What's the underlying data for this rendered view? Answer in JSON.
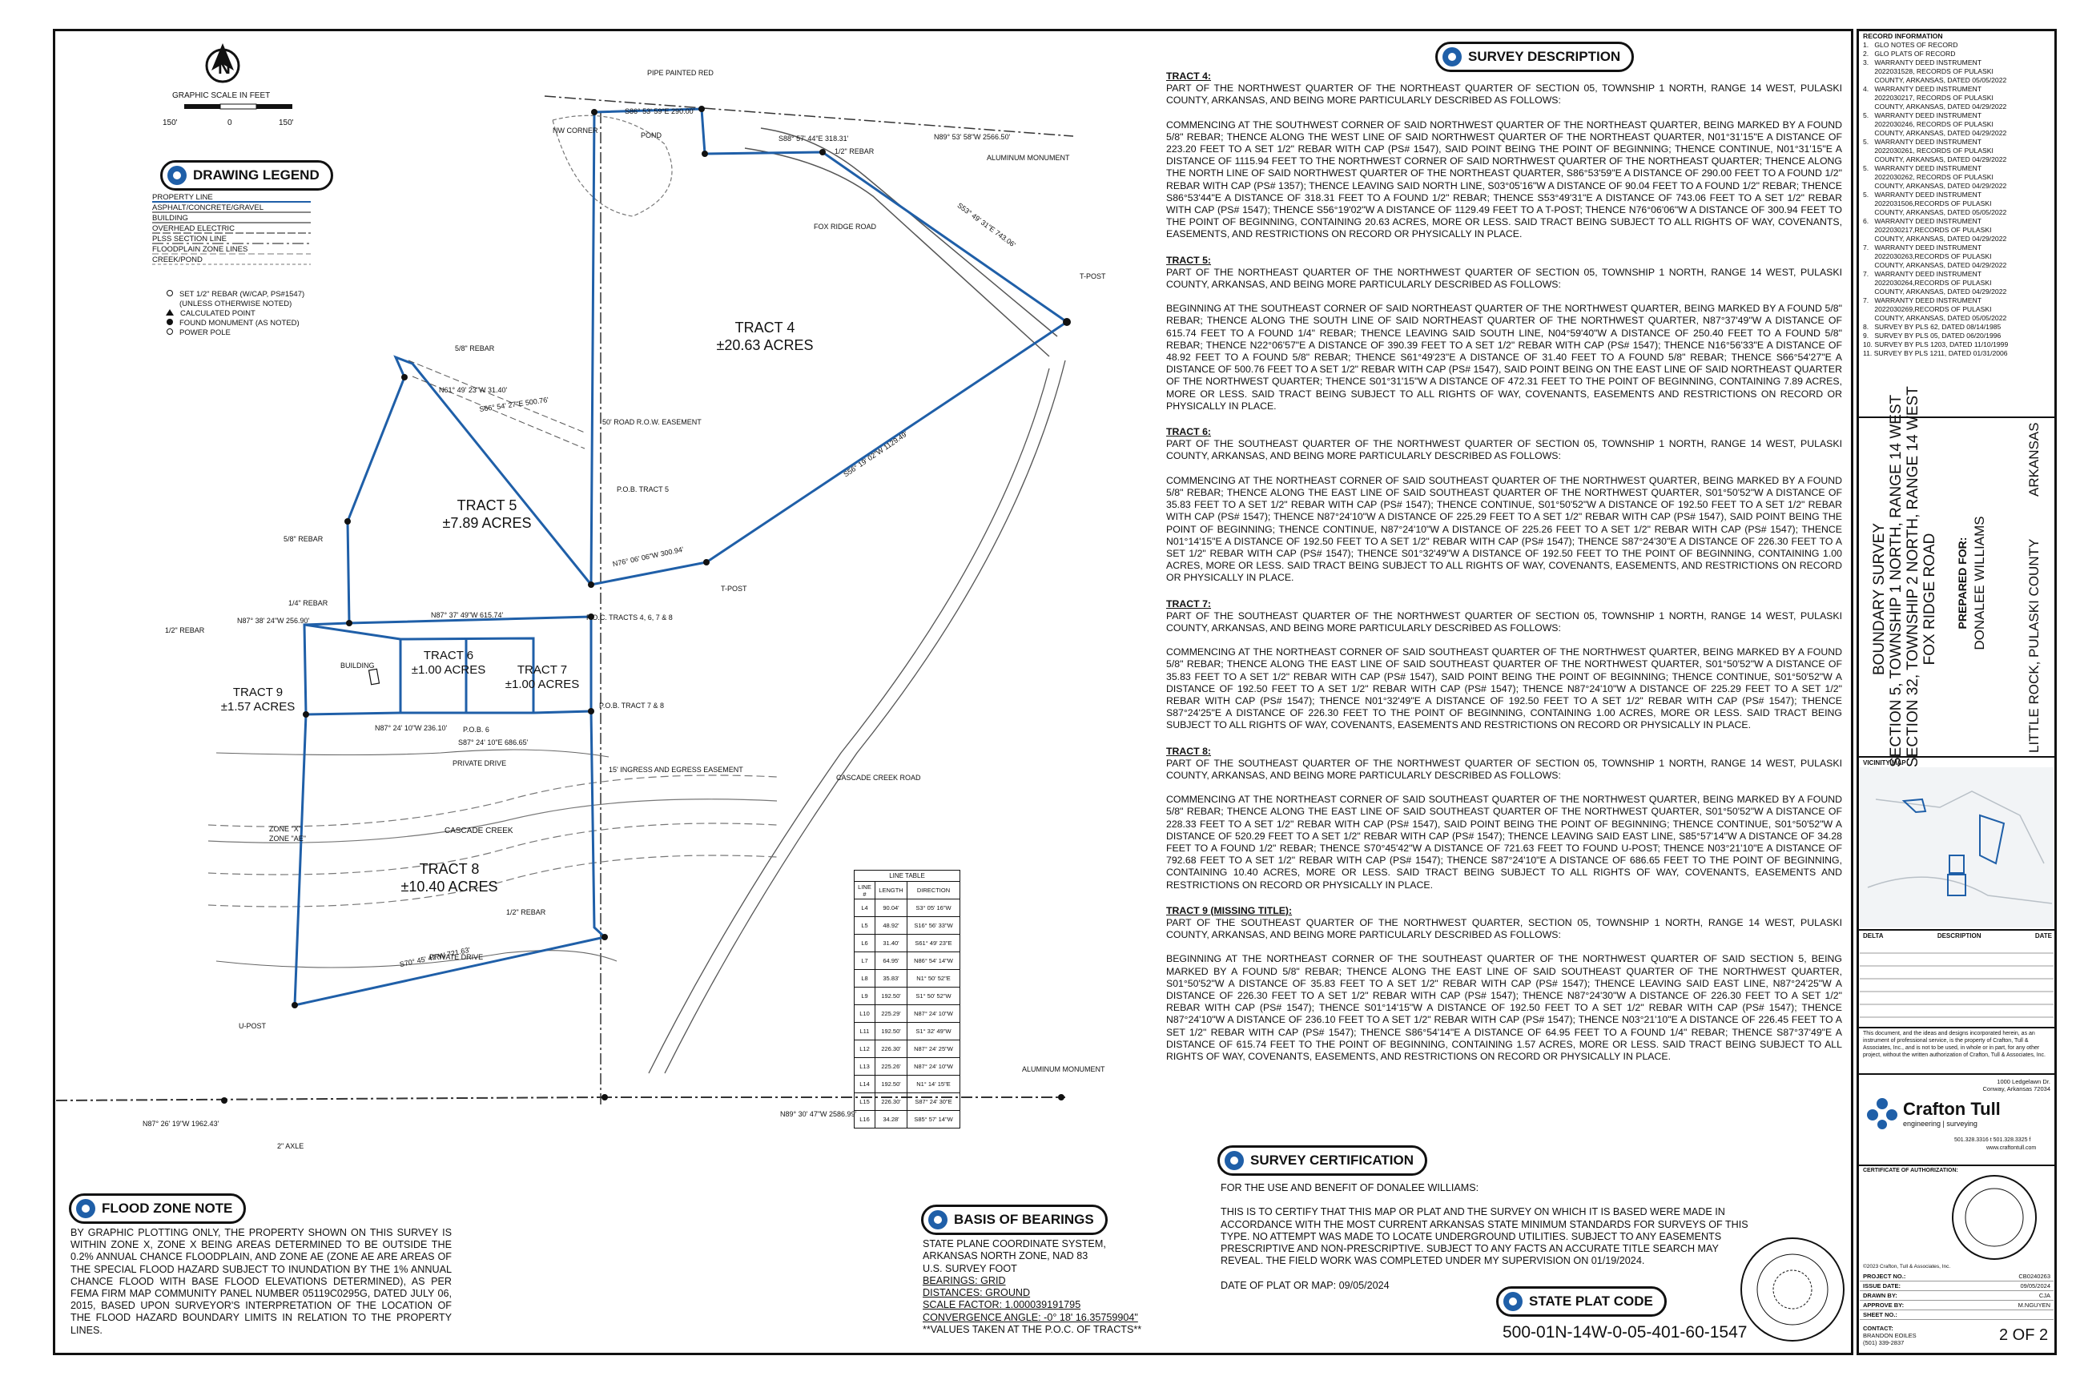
{
  "survey_description": {
    "badge": "SURVEY DESCRIPTION",
    "tracts": [
      {
        "heading": "TRACT 4:",
        "intro": "PART OF THE NORTHWEST QUARTER OF THE NORTHEAST QUARTER OF SECTION 05, TOWNSHIP 1 NORTH, RANGE 14 WEST, PULASKI COUNTY, ARKANSAS, AND BEING MORE PARTICULARLY DESCRIBED AS FOLLOWS:",
        "body": "COMMENCING AT THE SOUTHWEST CORNER OF SAID NORTHWEST QUARTER OF THE NORTHEAST QUARTER, BEING MARKED BY A FOUND 5/8\" REBAR; THENCE ALONG THE WEST LINE OF SAID NORTHWEST QUARTER OF THE NORTHEAST QUARTER, N01°31'15\"E A DISTANCE OF 223.20 FEET TO A SET 1/2\" REBAR WITH CAP (PS# 1547), SAID POINT BEING THE POINT OF BEGINNING; THENCE CONTINUE, N01°31'15\"E A DISTANCE OF 1115.94 FEET TO THE NORTHWEST CORNER OF SAID NORTHWEST QUARTER OF THE NORTHEAST QUARTER; THENCE ALONG THE NORTH LINE OF SAID NORTHWEST QUARTER OF THE NORTHEAST QUARTER, S86°53'59\"E A DISTANCE OF 290.00 FEET TO A FOUND 1/2\" REBAR WITH CAP (PS# 1357); THENCE LEAVING SAID NORTH LINE, S03°05'16\"W A DISTANCE OF 90.04 FEET TO A FOUND 1/2\" REBAR; THENCE S86°53'44\"E A DISTANCE OF 318.31 FEET TO A FOUND 1/2\" REBAR; THENCE S53°49'31\"E A DISTANCE OF 743.06 FEET TO A SET 1/2\" REBAR WITH CAP (PS# 1547); THENCE S56°19'02\"W A DISTANCE OF 1129.49 FEET TO A T-POST; THENCE N76°06'06\"W A DISTANCE OF 300.94 FEET TO THE POINT OF BEGINNING, CONTAINING 20.63 ACRES, MORE OR LESS. SAID TRACT BEING SUBJECT TO ALL RIGHTS OF WAY, COVENANTS, EASEMENTS, AND RESTRICTIONS ON RECORD OR PHYSICALLY IN PLACE."
      },
      {
        "heading": "TRACT 5:",
        "intro": "PART OF THE NORTHEAST QUARTER OF THE NORTHWEST QUARTER OF SECTION 05, TOWNSHIP 1 NORTH, RANGE 14 WEST, PULASKI COUNTY, ARKANSAS, AND BEING MORE PARTICULARLY DESCRIBED AS FOLLOWS:",
        "body": "BEGINNING AT THE SOUTHEAST CORNER OF SAID NORTHEAST QUARTER OF THE NORTHWEST QUARTER, BEING MARKED BY A FOUND 5/8\" REBAR; THENCE ALONG THE SOUTH LINE OF SAID NORTHEAST QUARTER OF THE NORTHWEST QUARTER, N87°37'49\"W A DISTANCE OF 615.74 FEET TO A FOUND 1/4\" REBAR; THENCE LEAVING SAID SOUTH LINE, N04°59'40\"W A DISTANCE OF 250.40 FEET TO A FOUND 5/8\" REBAR; THENCE N22°06'57\"E A DISTANCE OF 390.39 FEET TO A SET 1/2\" REBAR WITH CAP (PS# 1547); THENCE N16°56'33\"E A DISTANCE OF 48.92 FEET TO A FOUND 5/8\" REBAR; THENCE S61°49'23\"E A DISTANCE OF 31.40 FEET TO A FOUND 5/8\" REBAR; THENCE S66°54'27\"E A DISTANCE OF 500.76 FEET TO A SET 1/2\" REBAR WITH CAP (PS# 1547), SAID POINT BEING ON THE EAST LINE OF SAID NORTHEAST QUARTER OF THE NORTHWEST QUARTER; THENCE S01°31'15\"W A DISTANCE OF 472.31 FEET TO THE POINT OF BEGINNING, CONTAINING 7.89 ACRES, MORE OR LESS. SAID TRACT BEING SUBJECT TO ALL RIGHTS OF WAY, COVENANTS, EASEMENTS AND RESTRICTIONS ON RECORD OR PHYSICALLY IN PLACE."
      },
      {
        "heading": "TRACT 6:",
        "intro": "PART OF THE SOUTHEAST QUARTER OF THE NORTHWEST QUARTER OF SECTION 05, TOWNSHIP 1 NORTH, RANGE 14 WEST, PULASKI COUNTY, ARKANSAS, AND BEING MORE PARTICULARLY DESCRIBED AS FOLLOWS:",
        "body": "COMMENCING AT THE NORTHEAST CORNER OF SAID SOUTHEAST QUARTER OF THE NORTHWEST QUARTER, BEING MARKED BY A FOUND 5/8\" REBAR; THENCE ALONG THE EAST LINE OF SAID SOUTHEAST QUARTER OF THE NORTHWEST QUARTER, S01°50'52\"W A DISTANCE OF 35.83 FEET TO A SET 1/2\" REBAR WITH CAP (PS# 1547); THENCE CONTINUE, S01°50'52\"W A DISTANCE OF 192.50 FEET TO A SET 1/2\" REBAR WITH CAP (PS# 1547); THENCE N87°24'10\"W A DISTANCE OF 225.29 FEET TO A SET 1/2\" REBAR WITH CAP (PS# 1547), SAID POINT BEING THE POINT OF BEGINNING; THENCE CONTINUE, N87°24'10\"W A DISTANCE OF 225.26 FEET TO A SET 1/2\" REBAR WITH CAP (PS# 1547); THENCE N01°14'15\"E A DISTANCE OF 192.50 FEET TO A SET 1/2\" REBAR WITH CAP (PS# 1547); THENCE S87°24'30\"E A DISTANCE OF 226.30 FEET TO A SET 1/2\" REBAR WITH CAP (PS# 1547); THENCE S01°32'49\"W A DISTANCE OF 192.50 FEET TO THE POINT OF BEGINNING, CONTAINING 1.00 ACRES, MORE OR LESS. SAID TRACT BEING SUBJECT TO ALL RIGHTS OF WAY, COVENANTS, EASEMENTS, AND RESTRICTIONS ON RECORD OR PHYSICALLY IN PLACE."
      },
      {
        "heading": "TRACT 7:",
        "intro": "PART OF THE SOUTHEAST QUARTER OF THE NORTHWEST QUARTER OF SECTION 05, TOWNSHIP 1 NORTH, RANGE 14 WEST, PULASKI COUNTY, ARKANSAS, AND BEING MORE PARTICULARLY DESCRIBED AS FOLLOWS:",
        "body": "COMMENCING AT THE NORTHEAST CORNER OF SAID SOUTHEAST QUARTER OF THE NORTHWEST QUARTER, BEING MARKED BY A FOUND 5/8\" REBAR; THENCE ALONG THE EAST LINE OF SAID SOUTHEAST QUARTER OF THE NORTHWEST QUARTER, S01°50'52\"W A DISTANCE OF 35.83 FEET TO A SET 1/2\" REBAR WITH CAP (PS# 1547), SAID POINT BEING THE POINT OF BEGINNING; THENCE CONTINUE, S01°50'52\"W A DISTANCE OF 192.50 FEET TO A SET 1/2\" REBAR WITH CAP (PS# 1547); THENCE N87°24'10\"W A DISTANCE OF 225.29 FEET TO A SET 1/2\" REBAR WITH CAP (PS# 1547); THENCE N01°32'49\"E A DISTANCE OF 192.50 FEET TO A SET 1/2\" REBAR WITH CAP (PS# 1547); THENCE S87°24'25\"E A DISTANCE OF 226.30 FEET TO THE POINT OF BEGINNING, CONTAINING 1.00 ACRES, MORE OR LESS. SAID TRACT BEING SUBJECT TO ALL RIGHTS OF WAY, COVENANTS, EASEMENTS AND RESTRICTIONS ON RECORD OR PHYSICALLY IN PLACE."
      },
      {
        "heading": "TRACT 8:",
        "intro": "PART OF THE SOUTHEAST QUARTER OF THE NORTHWEST QUARTER OF SECTION 05, TOWNSHIP 1 NORTH, RANGE 14 WEST, PULASKI COUNTY, ARKANSAS, AND BEING MORE PARTICULARLY DESCRIBED AS FOLLOWS:",
        "body": "COMMENCING AT THE NORTHEAST CORNER OF SAID SOUTHEAST QUARTER OF THE NORTHWEST QUARTER, BEING MARKED BY A FOUND 5/8\" REBAR; THENCE ALONG THE EAST LINE OF SAID SOUTHEAST QUARTER OF THE NORTHWEST QUARTER, S01°50'52\"W A DISTANCE OF 228.33 FEET TO A SET 1/2\" REBAR WITH CAP (PS# 1547), SAID POINT BEING THE POINT OF BEGINNING; THENCE CONTINUE, S01°50'52\"W A DISTANCE OF 520.29 FEET TO A SET 1/2\" REBAR WITH CAP (PS# 1547); THENCE LEAVING SAID EAST LINE, S85°57'14\"W A DISTANCE OF 34.28 FEET TO A FOUND 1/2\" REBAR; THENCE S70°45'42\"W A DISTANCE OF 721.63 FEET TO FOUND U-POST; THENCE N03°21'10\"E A DISTANCE OF 792.68 FEET TO A SET 1/2\" REBAR WITH CAP (PS# 1547); THENCE S87°24'10\"E A DISTANCE OF 686.65 FEET TO THE POINT OF BEGINNING, CONTAINING 10.40 ACRES, MORE OR LESS. SAID TRACT BEING SUBJECT TO ALL RIGHTS OF WAY, COVENANTS, EASEMENTS AND RESTRICTIONS ON RECORD OR PHYSICALLY IN PLACE."
      },
      {
        "heading": "TRACT 9 (MISSING TITLE):",
        "intro": "PART OF THE SOUTHEAST QUARTER OF THE NORTHWEST QUARTER, SECTION 05, TOWNSHIP 1 NORTH, RANGE 14 WEST, PULASKI COUNTY, ARKANSAS, AND BEING MORE PARTICULARLY DESCRIBED AS FOLLOWS:",
        "body": "BEGINNING AT THE NORTHEAST CORNER OF THE SOUTHEAST QUARTER OF THE NORTHWEST QUARTER OF SAID SECTION 5, BEING MARKED BY A FOUND 5/8\" REBAR; THENCE ALONG THE EAST LINE OF SAID SOUTHEAST QUARTER OF THE NORTHWEST QUARTER, S01°50'52\"W A DISTANCE OF 35.83 FEET TO A SET 1/2\" REBAR WITH CAP (PS# 1547); THENCE LEAVING SAID EAST LINE, N87°24'25\"W A DISTANCE OF 226.30 FEET TO A SET 1/2\" REBAR WITH CAP (PS# 1547); THENCE N87°24'30\"W A DISTANCE OF 226.30 FEET TO A SET 1/2\" REBAR WITH CAP (PS# 1547); THENCE S01°14'15\"W A DISTANCE OF 192.50 FEET TO A SET 1/2\" REBAR WITH CAP (PS# 1547); THENCE N87°24'10\"W A DISTANCE OF 236.10 FEET TO A SET 1/2\" REBAR WITH CAP (PS# 1547); THENCE N03°21'10\"E A DISTANCE OF 226.45 FEET TO A SET 1/2\" REBAR WITH CAP (PS# 1547); THENCE S86°54'14\"E A DISTANCE OF 64.95 FEET TO A FOUND 1/4\" REBAR; THENCE S87°37'49\"E A DISTANCE OF 615.74 FEET TO THE POINT OF BEGINNING, CONTAINING 1.57 ACRES, MORE OR LESS. SAID TRACT BEING SUBJECT TO ALL RIGHTS OF WAY, COVENANTS, EASEMENTS, AND RESTRICTIONS ON RECORD OR PHYSICALLY IN PLACE."
      }
    ]
  },
  "certification": {
    "badge": "SURVEY CERTIFICATION",
    "for_line": "FOR THE USE AND BENEFIT OF DONALEE WILLIAMS:",
    "body": "THIS IS TO CERTIFY THAT THIS MAP OR PLAT AND THE SURVEY ON WHICH IT IS BASED WERE MADE IN ACCORDANCE WITH THE MOST CURRENT ARKANSAS STATE MINIMUM STANDARDS FOR SURVEYS OF THIS TYPE. NO ATTEMPT WAS MADE TO LOCATE UNDERGROUND UTILITIES. SUBJECT TO ANY EASEMENTS PRESCRIPTIVE AND NON-PRESCRIPTIVE. SUBJECT TO ANY FACTS AN ACCURATE TITLE SEARCH MAY REVEAL. THE FIELD WORK WAS COMPLETED UNDER MY SUPERVISION ON 01/19/2024.",
    "date": "DATE OF PLAT OR MAP: 09/05/2024"
  },
  "state_plat": {
    "badge": "STATE PLAT CODE",
    "code": "500-01N-14W-0-05-401-60-1547"
  },
  "basis": {
    "badge": "BASIS OF BEARINGS",
    "lines": [
      "STATE PLANE COORDINATE SYSTEM,",
      "ARKANSAS NORTH ZONE, NAD 83",
      "U.S. SURVEY FOOT"
    ],
    "bearings": "BEARINGS: GRID",
    "distances": "DISTANCES: GROUND",
    "scale": "SCALE FACTOR: 1.000039191795",
    "convergence": "CONVERGENCE ANGLE: -0° 18' 16.35759904\"",
    "note": "**VALUES TAKEN AT THE P.O.C. OF TRACTS**"
  },
  "flood": {
    "badge": "FLOOD ZONE NOTE",
    "body": "BY GRAPHIC PLOTTING ONLY, THE PROPERTY SHOWN ON THIS SURVEY IS WITHIN ZONE X, ZONE X BEING AREAS DETERMINED TO BE OUTSIDE THE 0.2% ANNUAL CHANCE FLOODPLAIN, AND ZONE AE (ZONE AE ARE AREAS OF THE SPECIAL FLOOD HAZARD SUBJECT TO INUNDATION BY THE 1% ANNUAL CHANCE FLOOD WITH BASE FLOOD ELEVATIONS DETERMINED), AS PER FEMA FIRM MAP COMMUNITY PANEL NUMBER 05119C0295G, DATED JULY 06, 2015, BASED UPON SURVEYOR'S INTERPRETATION OF THE LOCATION OF THE FLOOD HAZARD BOUNDARY LIMITS IN RELATION TO THE PROPERTY LINES."
  },
  "legend": {
    "badge": "DRAWING LEGEND",
    "rows": [
      "PROPERTY LINE",
      "ASPHALT/CONCRETE/GRAVEL",
      "BUILDING",
      "OVERHEAD ELECTRIC",
      "PLSS SECTION LINE",
      "FLOODPLAIN ZONE LINES",
      "CREEK/POND"
    ],
    "symbols": [
      "SET 1/2\" REBAR (W/CAP, PS#1547)",
      "(UNLESS OTHERWISE NOTED)",
      "CALCULATED POINT",
      "FOUND MONUMENT (AS NOTED)",
      "POWER POLE"
    ]
  },
  "scale": {
    "title": "GRAPHIC SCALE IN FEET",
    "left": "150'",
    "mid": "0",
    "right": "150'"
  },
  "north": "N",
  "tracts_map": [
    {
      "name": "TRACT 4",
      "area": "±20.63 ACRES"
    },
    {
      "name": "TRACT 5",
      "area": "±7.89 ACRES"
    },
    {
      "name": "TRACT 6",
      "area": "±1.00 ACRES"
    },
    {
      "name": "TRACT 7",
      "area": "±1.00 ACRES"
    },
    {
      "name": "TRACT 9",
      "area": "±1.57 ACRES"
    },
    {
      "name": "TRACT 8",
      "area": "±10.40 ACRES"
    }
  ],
  "map_labels": {
    "fox_ridge": "FOX RIDGE ROAD",
    "cascade_creek": "CASCADE CREEK",
    "cascade_creek_road": "CASCADE CREEK ROAD",
    "private_drive": "PRIVATE DRIVE",
    "pond": "POND",
    "building": "BUILDING",
    "tpost": "T-POST",
    "upost": "U-POST",
    "ingress": "15' INGRESS AND EGRESS EASEMENT",
    "row": "50' ROAD R.O.W. EASEMENT",
    "pipe": "PIPE PAINTED RED",
    "rebar58": "5/8\" REBAR",
    "rebar14": "1/4\" REBAR",
    "rebar12": "1/2\" REBAR",
    "axle": "2\" AXLE",
    "pob5": "P.O.B. TRACT 5",
    "pob78": "P.O.B. TRACT 7 & 8",
    "pob6": "P.O.B. 6",
    "poc": "P.O.C. TRACTS 4, 6, 7 & 8",
    "nw_corner": "NW CORNER",
    "alum": "ALUMINUM MONUMENT",
    "zone_x": "ZONE \"X\"",
    "zone_ae": "ZONE \"AE\""
  },
  "map_bearings": {
    "b1": "S86° 53' 59\"E 290.00'",
    "b2": "N89° 53' 58\"W 2566.50'",
    "b3": "S53° 49' 31\"E 743.06'",
    "b4": "S56° 19' 02\"W 1129.49'",
    "b5": "N76° 06' 06\"W 300.94'",
    "b6": "N87° 37' 49\"W 615.74'",
    "b7": "N87° 24' 10\"W 236.10'",
    "b8": "S87° 24' 10\"E 686.65'",
    "b9": "S70° 45' 42\"W 721.63'",
    "b10": "N87° 26' 19\"W 1962.43'",
    "b11": "N89° 30' 47\"W 2586.99'",
    "b12": "N87° 38' 24\"W 256.90'",
    "b13": "S88° 57' 44\"E 318.31'",
    "b14": "S66° 54' 27\"E 500.76'",
    "b15": "N61° 49' 23\"W 31.40'"
  },
  "line_table": {
    "title": "LINE TABLE",
    "headers": [
      "LINE #",
      "LENGTH",
      "DIRECTION"
    ],
    "rows": [
      [
        "L4",
        "90.04'",
        "S3° 05' 16\"W"
      ],
      [
        "L5",
        "48.92'",
        "S16° 56' 33\"W"
      ],
      [
        "L6",
        "31.40'",
        "S61° 49' 23\"E"
      ],
      [
        "L7",
        "64.95'",
        "N86° 54' 14\"W"
      ],
      [
        "L8",
        "35.83'",
        "N1° 50' 52\"E"
      ],
      [
        "L9",
        "192.50'",
        "S1° 50' 52\"W"
      ],
      [
        "L10",
        "225.29'",
        "N87° 24' 10\"W"
      ],
      [
        "L11",
        "192.50'",
        "S1° 32' 49\"W"
      ],
      [
        "L12",
        "226.30'",
        "N87° 24' 25\"W"
      ],
      [
        "L13",
        "225.26'",
        "N87° 24' 10\"W"
      ],
      [
        "L14",
        "192.50'",
        "N1° 14' 15\"E"
      ],
      [
        "L15",
        "226.30'",
        "S87° 24' 30\"E"
      ],
      [
        "L16",
        "34.28'",
        "S85° 57' 14\"W"
      ]
    ]
  },
  "record_info": {
    "title": "RECORD INFORMATION",
    "items": [
      "1.   GLO NOTES OF RECORD",
      "2.   GLO PLATS OF RECORD",
      "3.   WARRANTY DEED INSTRUMENT",
      "      2022031528, RECORDS OF PULASKI",
      "      COUNTY, ARKANSAS, DATED 05/05/2022",
      "4.   WARRANTY DEED INSTRUMENT",
      "      2022030217, RECORDS OF PULASKI",
      "      COUNTY, ARKANSAS, DATED 04/29/2022",
      "5.   WARRANTY DEED INSTRUMENT",
      "      2022030246, RECORDS OF PULASKI",
      "      COUNTY, ARKANSAS, DATED 04/29/2022",
      "5.   WARRANTY DEED INSTRUMENT",
      "      2022030261, RECORDS OF PULASKI",
      "      COUNTY, ARKANSAS, DATED 04/29/2022",
      "5.   WARRANTY DEED INSTRUMENT",
      "      2022030262, RECORDS OF PULASKI",
      "      COUNTY, ARKANSAS, DATED 04/29/2022",
      "5.   WARRANTY DEED INSTRUMENT",
      "      2022031506,RECORDS OF PULASKI",
      "      COUNTY, ARKANSAS, DATED 05/05/2022",
      "6.   WARRANTY DEED INSTRUMENT",
      "      2022030217,RECORDS OF PULASKI",
      "      COUNTY, ARKANSAS, DATED 04/29/2022",
      "7.   WARRANTY DEED INSTRUMENT",
      "      2022030263,RECORDS OF PULASKI",
      "      COUNTY, ARKANSAS, DATED 04/29/2022",
      "7.   WARRANTY DEED INSTRUMENT",
      "      2022030264,RECORDS OF PULASKI",
      "      COUNTY, ARKANSAS, DATED 04/29/2022",
      "7.   WARRANTY DEED INSTRUMENT",
      "      2022030269,RECORDS OF PULASKI",
      "      COUNTY, ARKANSAS, DATED 05/05/2022",
      "8.   SURVEY BY PLS 62, DATED 08/14/1985",
      "9.   SURVEY BY PLS 05, DATED 06/20/1996",
      "10. SURVEY BY PLS 1203, DATED 11/10/1999",
      "11. SURVEY BY PLS 1211, DATED 01/31/2006"
    ]
  },
  "title_block": {
    "survey_title": [
      "BOUNDARY SURVEY",
      "SECTION 5, TOWNSHIP 1 NORTH, RANGE 14 WEST",
      "SECTION 32, TOWNSHIP 2 NORTH, RANGE 14 WEST",
      "FOX RIDGE ROAD"
    ],
    "prepared_label": "PREPARED FOR:",
    "prepared_name": "DONALEE WILLIAMS",
    "location": "LITTLE ROCK, PULASKI COUNTY",
    "state": "ARKANSAS",
    "vicinity": "VICINITY MAP",
    "delta": "DELTA",
    "desc": "DESCRIPTION",
    "date_col": "DATE",
    "copyright": "This document, and the ideas and designs incorporated herein, as an instrument of professional service, is the property of Crafton, Tull & Associates, Inc., and is not to be used, in whole or in part, for any other project, without the written authorization of Crafton, Tull & Associates, Inc.",
    "address": [
      "1000 Ledgelawn Dr.",
      "Conway, Arkansas 72034"
    ],
    "company": "Crafton Tull",
    "company_sub": "engineering | surveying",
    "phone": "501.328.3316 t  501.328.3325 f",
    "web": "www.craftontull.com",
    "cert_auth": "CERTIFICATE OF AUTHORIZATION:",
    "copyright2": "©2023 Crafton, Tull & Associates, Inc.",
    "fields": [
      [
        "PROJECT NO.:",
        "CB0240263"
      ],
      [
        "ISSUE DATE:",
        "09/05/2024"
      ],
      [
        "DRAWN BY:",
        "CJA"
      ],
      [
        "APPROVE BY:",
        "M.NGUYEN"
      ],
      [
        "SHEET NO.:",
        ""
      ]
    ],
    "contact_label": "CONTACT:",
    "contact_name": "BRANDON EOILES",
    "contact_phone": "(501) 339-2837",
    "sheet": "2 OF 2"
  }
}
